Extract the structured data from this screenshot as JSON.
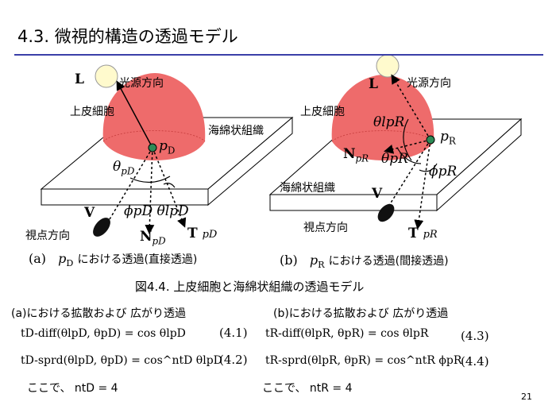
{
  "title": "4.3. 微視的構造の透過モデル",
  "left": {
    "L": "L",
    "light_dir": "光源方向",
    "epidermis": "上皮細胞",
    "sponge": "海綿状組織",
    "p": "p",
    "p_sub": "D",
    "theta": "θ",
    "theta_sub": "pD",
    "phi_theta": "ϕpD θlpD",
    "V": "V",
    "view_dir": "視点方向",
    "N": "N",
    "N_sub": "pD",
    "T": "T",
    "T_sub": "pD",
    "caption_prefix": "(a)",
    "caption_p": "p",
    "caption_sub": "D",
    "caption_text": "における透過(直接透過)"
  },
  "right": {
    "L": "L",
    "light_dir": "光源方向",
    "epidermis": "上皮細胞",
    "sponge": "海綿状組織",
    "theta_lpR": "θlpR",
    "p": "p",
    "p_sub": "R",
    "N": "N",
    "N_sub": "pR",
    "theta_pR": "θpR",
    "phi_pR": "ϕpR",
    "V": "V",
    "view_dir": "視点方向",
    "T": "T",
    "T_sub": "pR",
    "caption_prefix": "(b)",
    "caption_p": "p",
    "caption_sub": "R",
    "caption_text": "における透過(間接透過)"
  },
  "figure_caption": "図4.4. 上皮細胞と海綿状組織の透過モデル",
  "left_eqs": {
    "heading": "(a)における拡散および 広がり透過",
    "eq1": "tD-diff(θlpD, θpD) = cos θlpD",
    "eq1_num": "(4.1)",
    "eq2": "tD-sprd(θlpD, θpD) = cos^ntD θlpD",
    "eq2_num": "(4.2)",
    "note": "ここで、 ntD = 4"
  },
  "right_eqs": {
    "heading": "(b)における拡散および 広がり透過",
    "eq1": "tR-diff(θlpR, θpR) = cos θlpR",
    "eq1_num": "(4.3)",
    "eq2": "tR-sprd(θlpR, θpR) = cos^ntR ϕpR",
    "eq2_num": "(4.4)",
    "note": "ここで、 ntR = 4"
  },
  "page_number": "21",
  "colors": {
    "rule": "#3a3fa8",
    "cell": "#ee6b6b",
    "light": "#fffacd",
    "point": "#2e8b57"
  }
}
